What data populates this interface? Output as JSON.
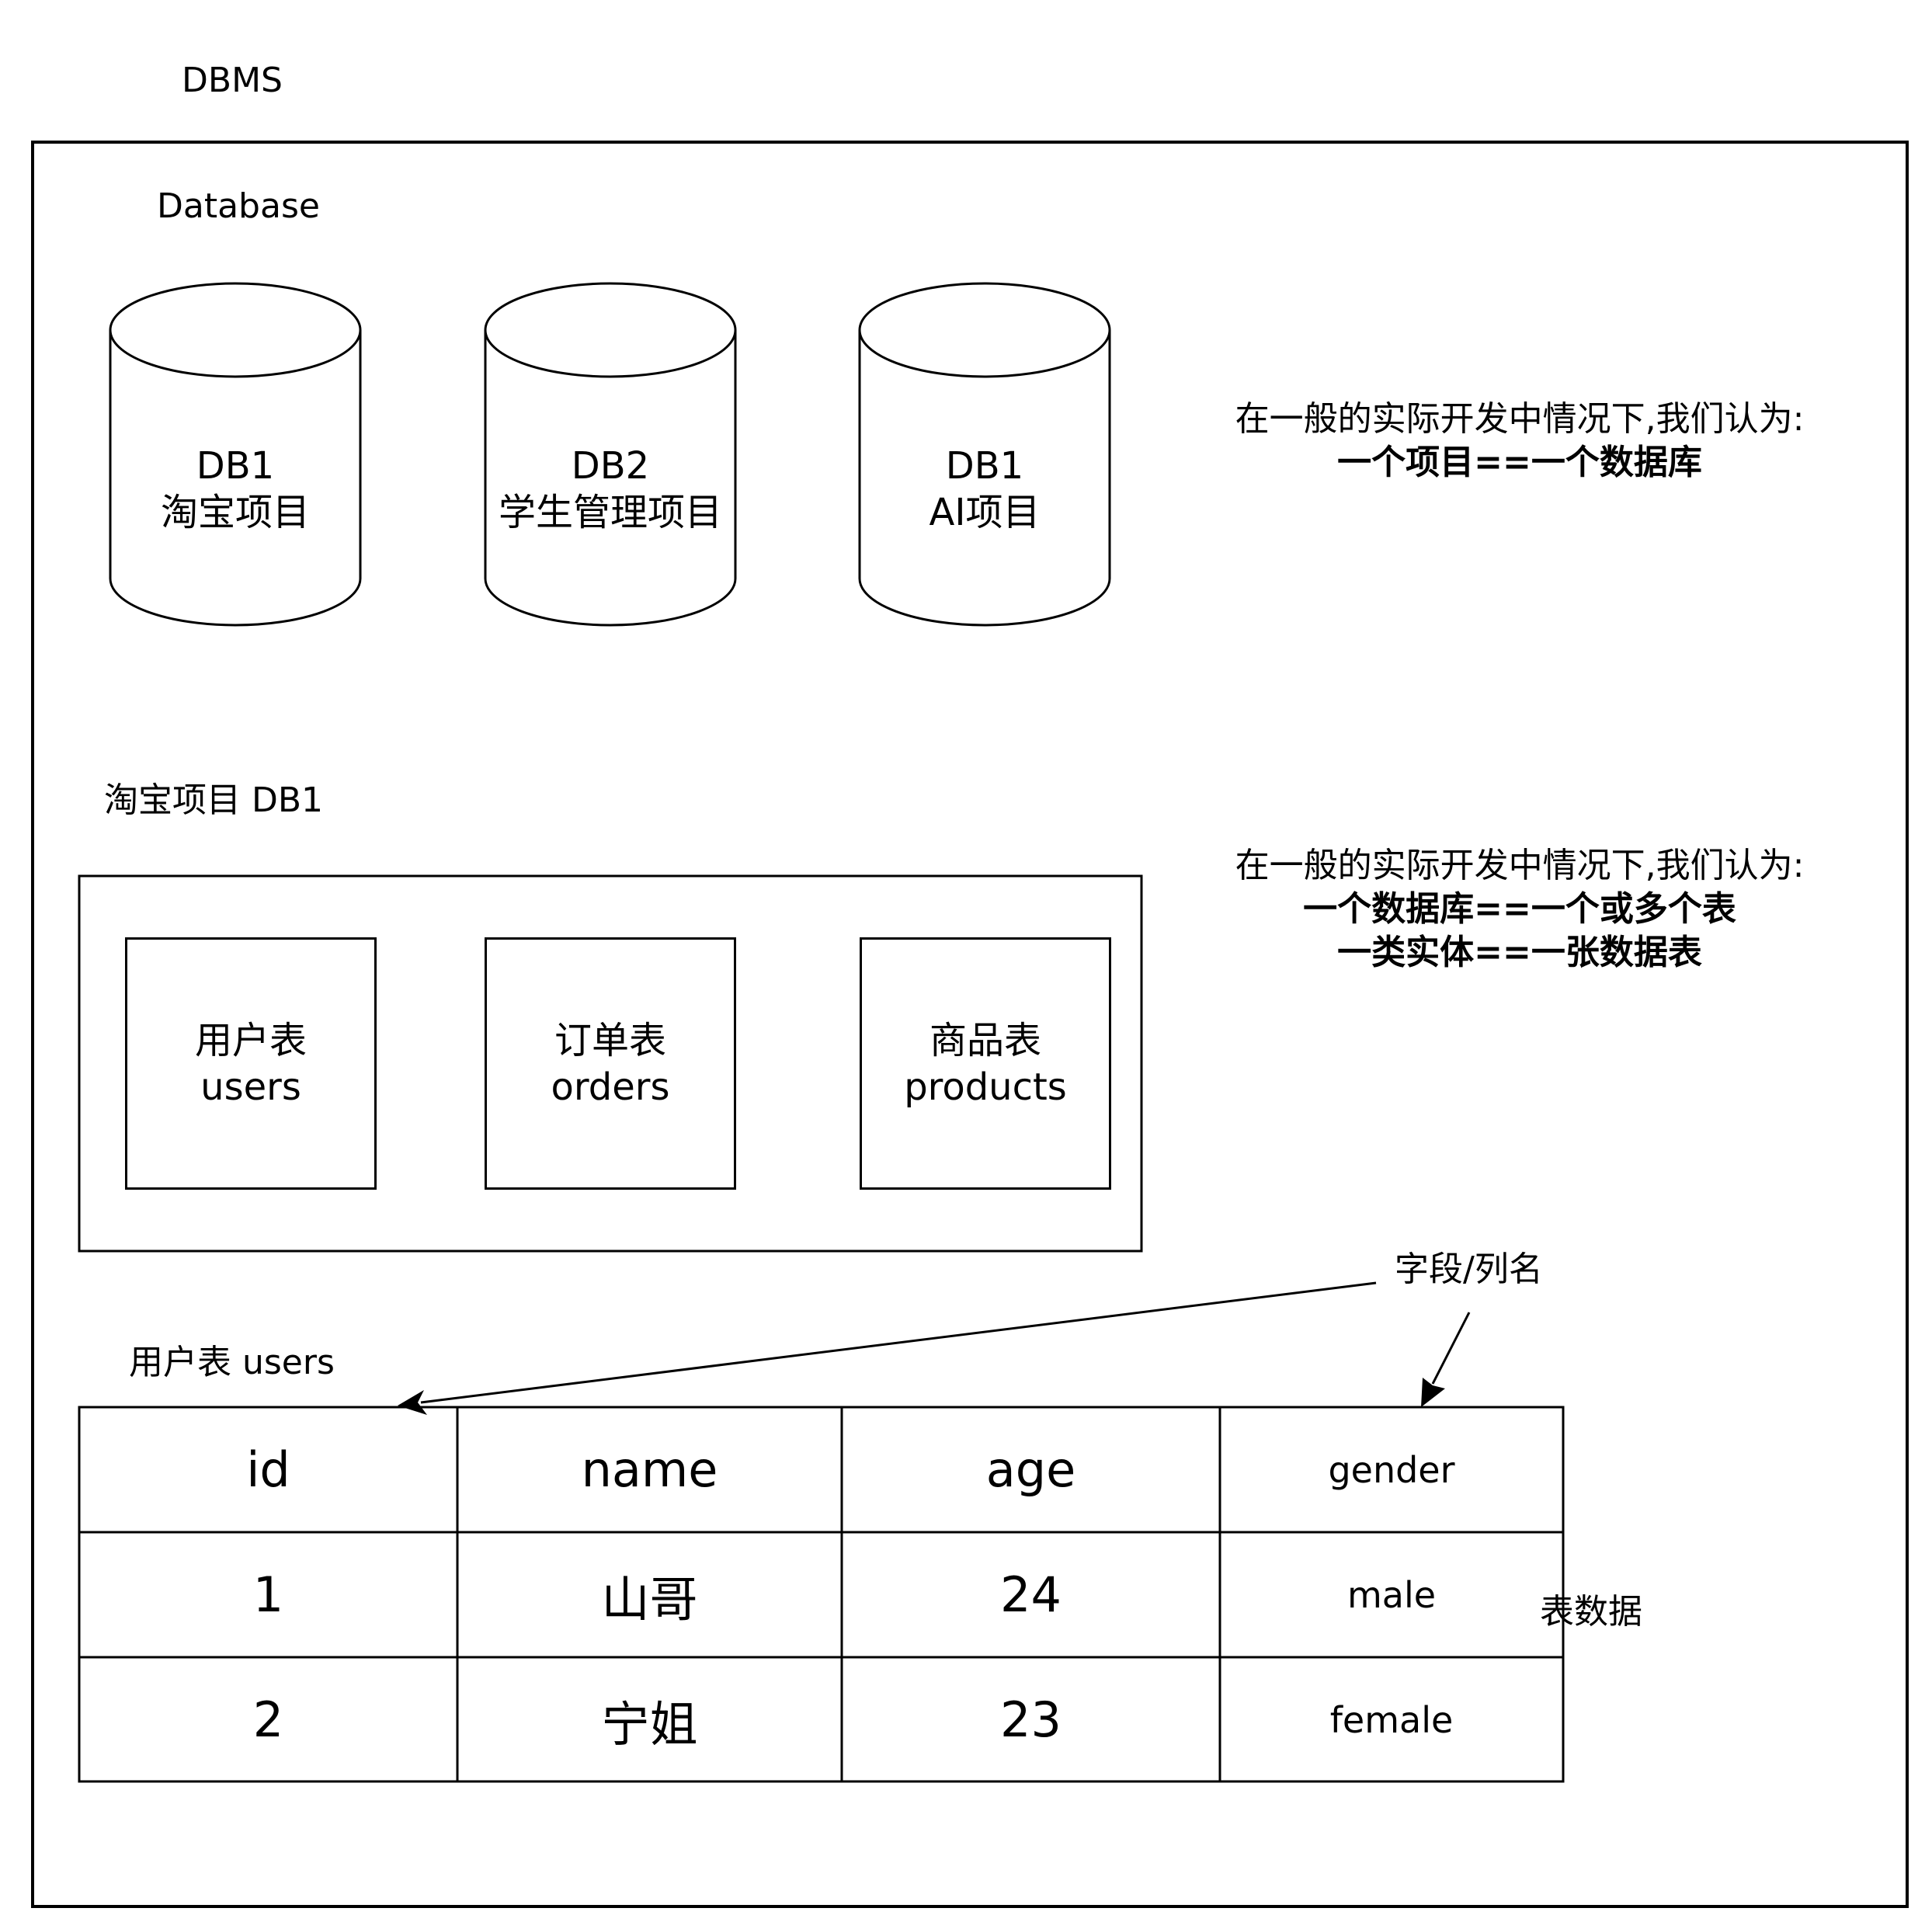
{
  "dbms_label": "DBMS",
  "database_label": "Database",
  "databases": [
    {
      "name": "DB1",
      "project": "淘宝项目"
    },
    {
      "name": "DB2",
      "project": "学生管理项目"
    },
    {
      "name": "DB1",
      "project": "AI项目"
    }
  ],
  "note1": {
    "line1": "在一般的实际开发中情况下,我们认为:",
    "line2": "一个项目==一个数据库"
  },
  "db1_section_label": "淘宝项目 DB1",
  "tables": [
    {
      "cn": "用户表",
      "en": "users"
    },
    {
      "cn": "订单表",
      "en": "orders"
    },
    {
      "cn": "商品表",
      "en": "products"
    }
  ],
  "note2": {
    "line1": "在一般的实际开发中情况下,我们认为:",
    "line2": "一个数据库==一个或多个表",
    "line3": "一类实体==一张数据表"
  },
  "field_label": "字段/列名",
  "users_table_label": "用户表 users",
  "users_table": {
    "headers": [
      "id",
      "name",
      "age",
      "gender"
    ],
    "rows": [
      [
        "1",
        "山哥",
        "24",
        "male"
      ],
      [
        "2",
        "宁姐",
        "23",
        "female"
      ]
    ]
  },
  "table_data_label": "表数据"
}
